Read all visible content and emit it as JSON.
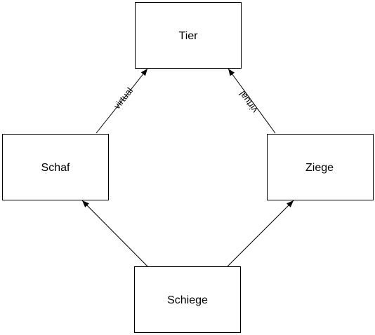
{
  "nodes": {
    "tier": "Tier",
    "schaf": "Schaf",
    "ziege": "Ziege",
    "schiege": "Schiege"
  },
  "edges": {
    "schaf_to_tier": "virtual",
    "ziege_to_tier": "virtual"
  },
  "colors": {
    "line": "#000000",
    "background": "#ffffff"
  }
}
